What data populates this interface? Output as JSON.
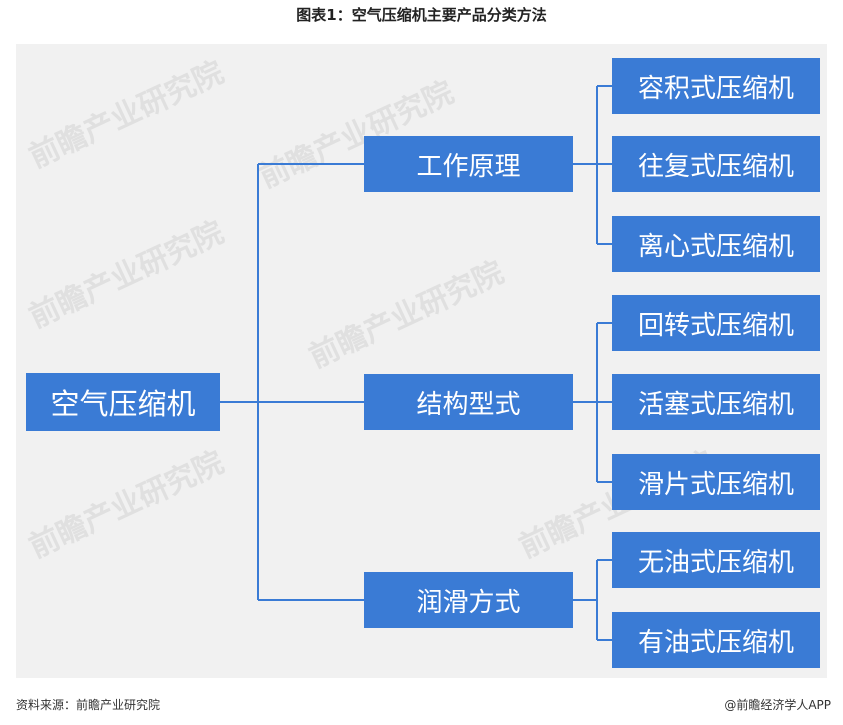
{
  "title": "图表1：空气压缩机主要产品分类方法",
  "root": "空气压缩机",
  "categories": [
    {
      "label": "工作原理",
      "items": [
        "容积式压缩机",
        "往复式压缩机",
        "离心式压缩机"
      ]
    },
    {
      "label": "结构型式",
      "items": [
        "回转式压缩机",
        "活塞式压缩机",
        "滑片式压缩机"
      ]
    },
    {
      "label": "润滑方式",
      "items": [
        "无油式压缩机",
        "有油式压缩机"
      ]
    }
  ],
  "watermark": "前瞻产业研究院",
  "source": "资料来源：前瞻产业研究院",
  "credit": "@前瞻经济学人APP",
  "colors": {
    "box": "#3a7bd5",
    "line": "#3a7bd5",
    "panel": "#f1f1f1"
  }
}
